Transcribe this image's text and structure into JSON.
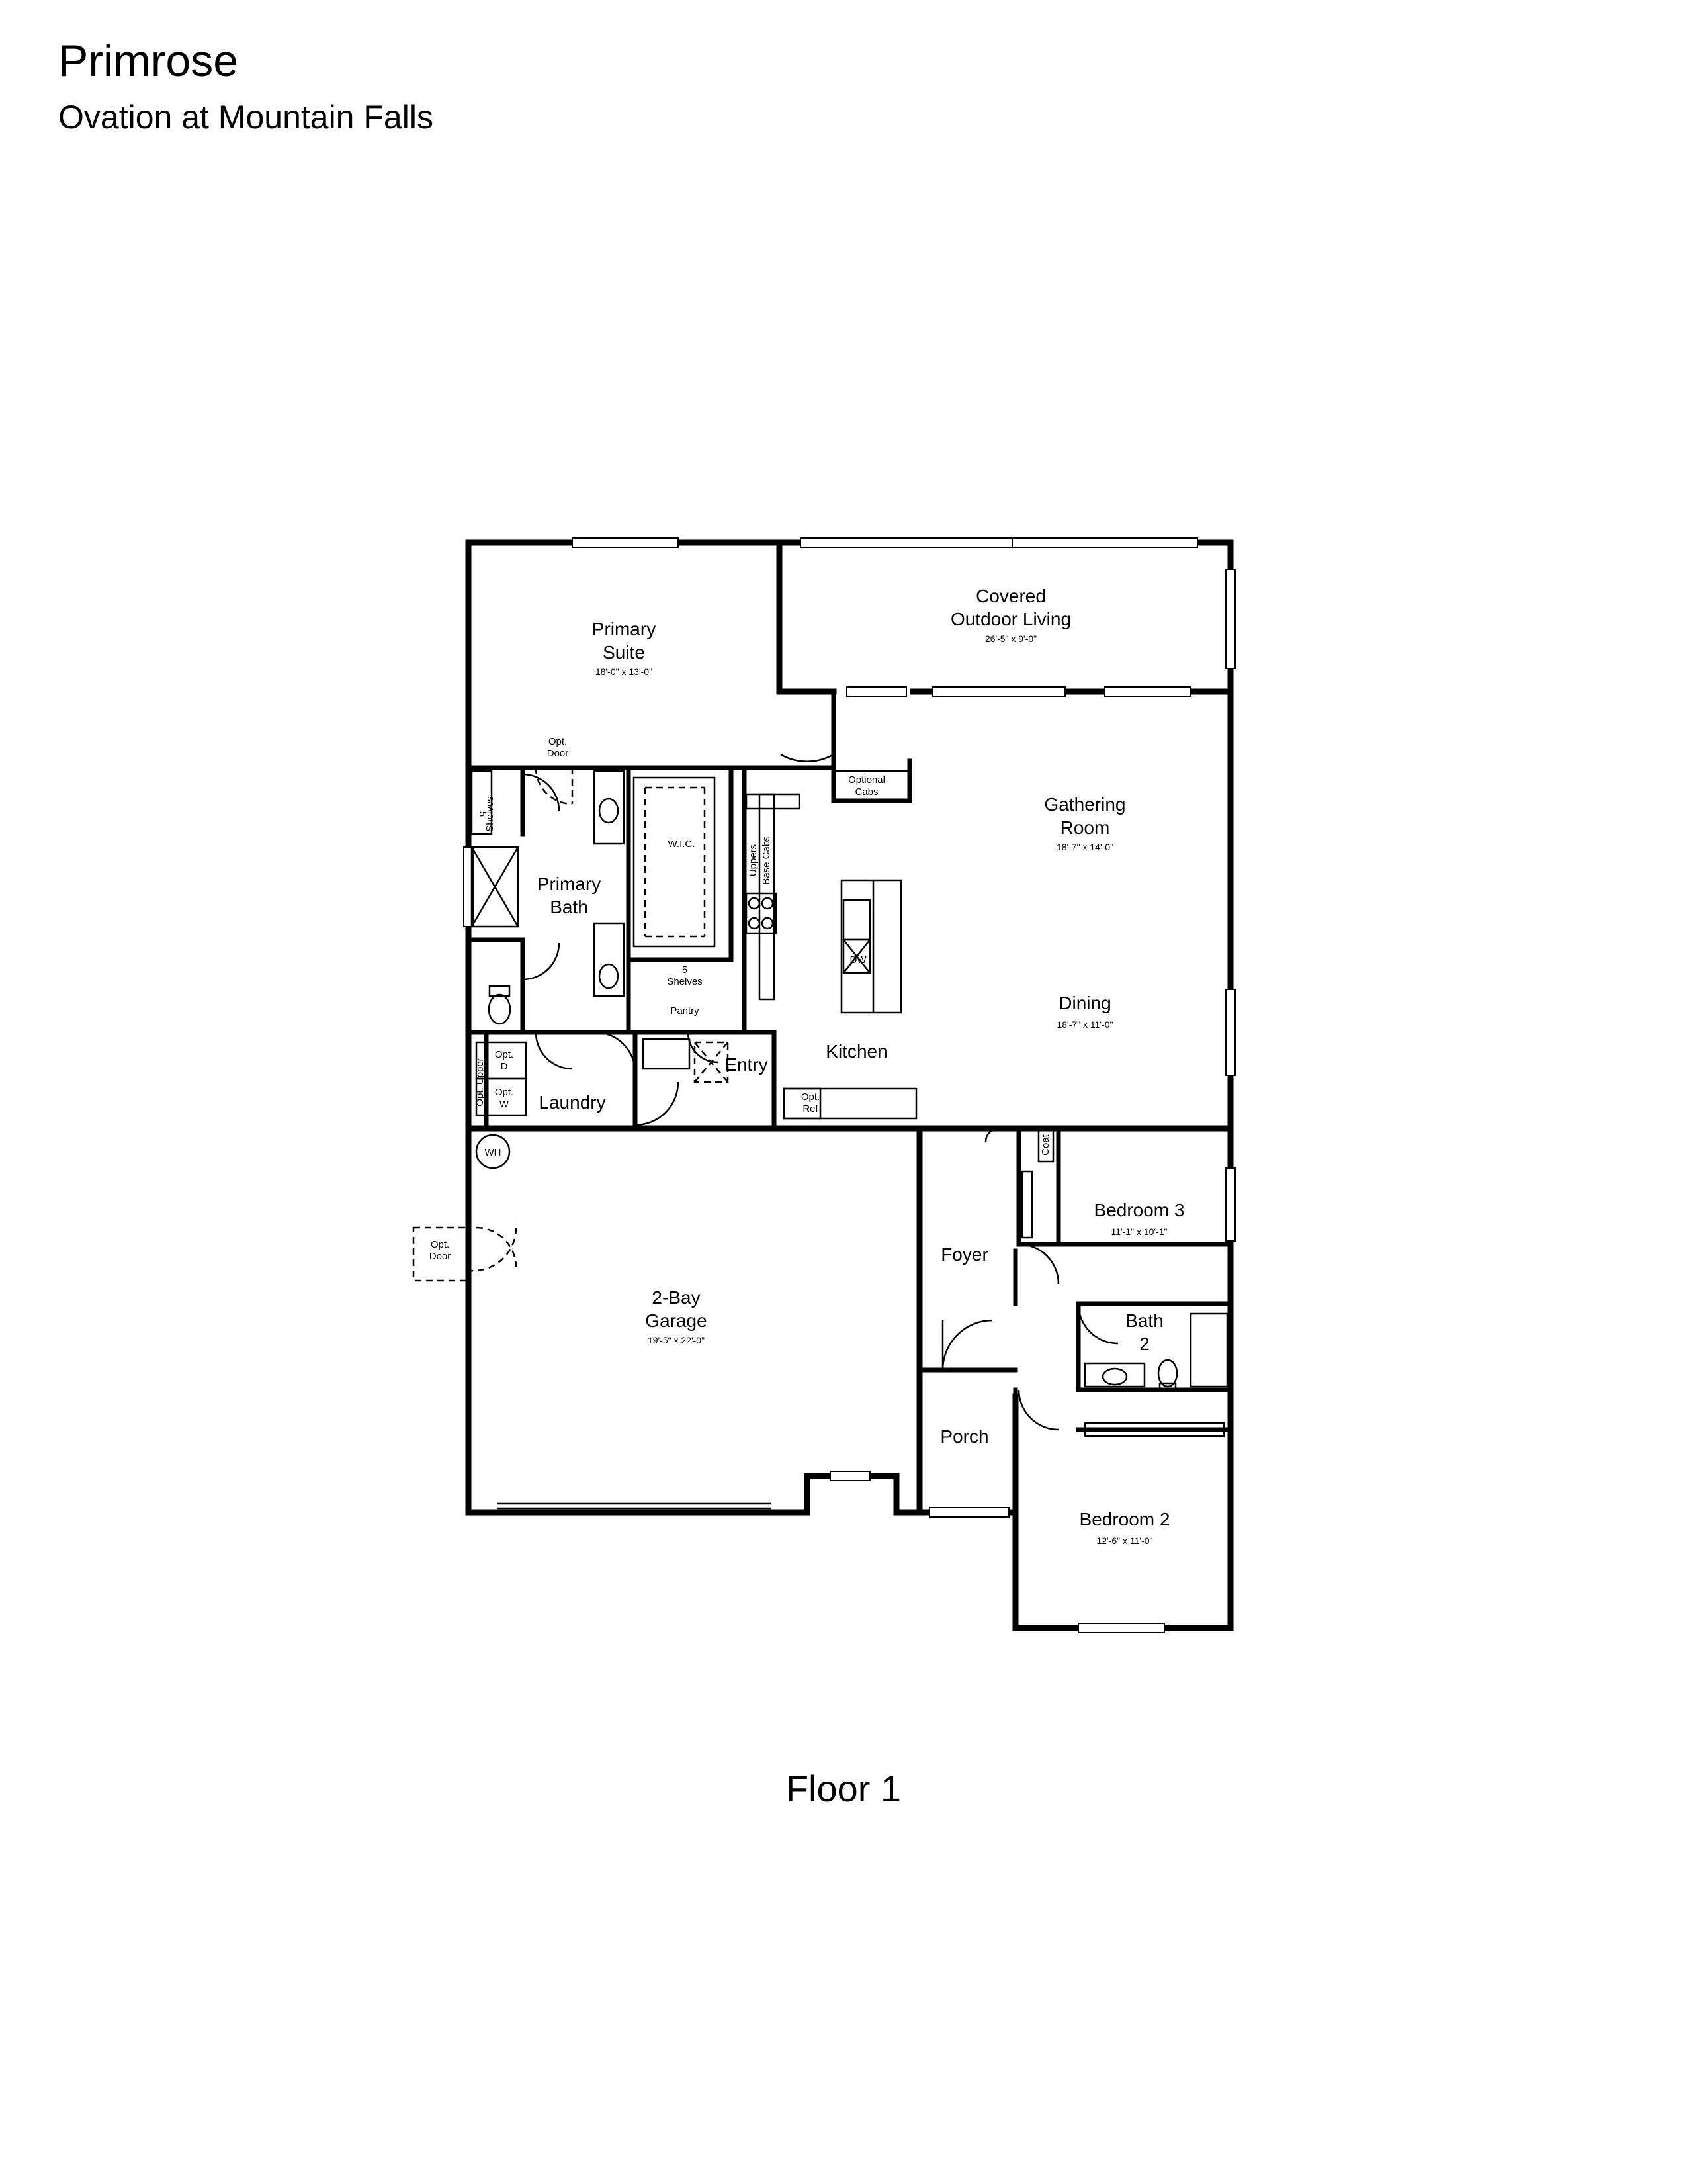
{
  "header": {
    "title": "Primrose",
    "subtitle": "Ovation at Mountain Falls"
  },
  "footer": {
    "floor_label": "Floor 1"
  },
  "rooms": {
    "primary_suite": {
      "name_1": "Primary",
      "name_2": "Suite",
      "dims": "18'-0\" x 13'-0\""
    },
    "covered_outdoor": {
      "name_1": "Covered",
      "name_2": "Outdoor Living",
      "dims": "26'-5\" x 9'-0\""
    },
    "gathering": {
      "name_1": "Gathering",
      "name_2": "Room",
      "dims": "18'-7\" x 14'-0\""
    },
    "dining": {
      "name": "Dining",
      "dims": "18'-7\" x 11'-0\""
    },
    "kitchen": {
      "name": "Kitchen"
    },
    "primary_bath": {
      "name_1": "Primary",
      "name_2": "Bath"
    },
    "wic": {
      "name": "W.I.C."
    },
    "laundry": {
      "name": "Laundry"
    },
    "entry": {
      "name": "Entry"
    },
    "pantry": {
      "name": "Pantry"
    },
    "garage": {
      "name_1": "2-Bay",
      "name_2": "Garage",
      "dims": "19'-5\" x 22'-0\""
    },
    "foyer": {
      "name": "Foyer"
    },
    "porch": {
      "name": "Porch"
    },
    "bedroom3": {
      "name": "Bedroom 3",
      "dims": "11'-1\" x 10'-1\""
    },
    "bath2": {
      "name_1": "Bath",
      "name_2": "2"
    },
    "bedroom2": {
      "name": "Bedroom 2",
      "dims": "12'-6\" x 11'-0\""
    }
  },
  "notes": {
    "opt_door_suite_1": "Opt.",
    "opt_door_suite_2": "Door",
    "optional_cabs_1": "Optional",
    "optional_cabs_2": "Cabs",
    "shelves_bath_1": "5",
    "shelves_bath_2": "Shelves",
    "shelves_pantry_1": "5",
    "shelves_pantry_2": "Shelves",
    "uppers": "Uppers",
    "base_cabs": "Base Cabs",
    "dw": "DW",
    "opt_dryer_1": "Opt.",
    "opt_dryer_2": "D",
    "opt_washer_1": "Opt.",
    "opt_washer_2": "W",
    "opt_upper": "Opt. Upper",
    "opt_ref_1": "Opt.",
    "opt_ref_2": "Ref",
    "wh": "WH",
    "opt_door_garage_1": "Opt.",
    "opt_door_garage_2": "Door",
    "coat": "Coat"
  }
}
